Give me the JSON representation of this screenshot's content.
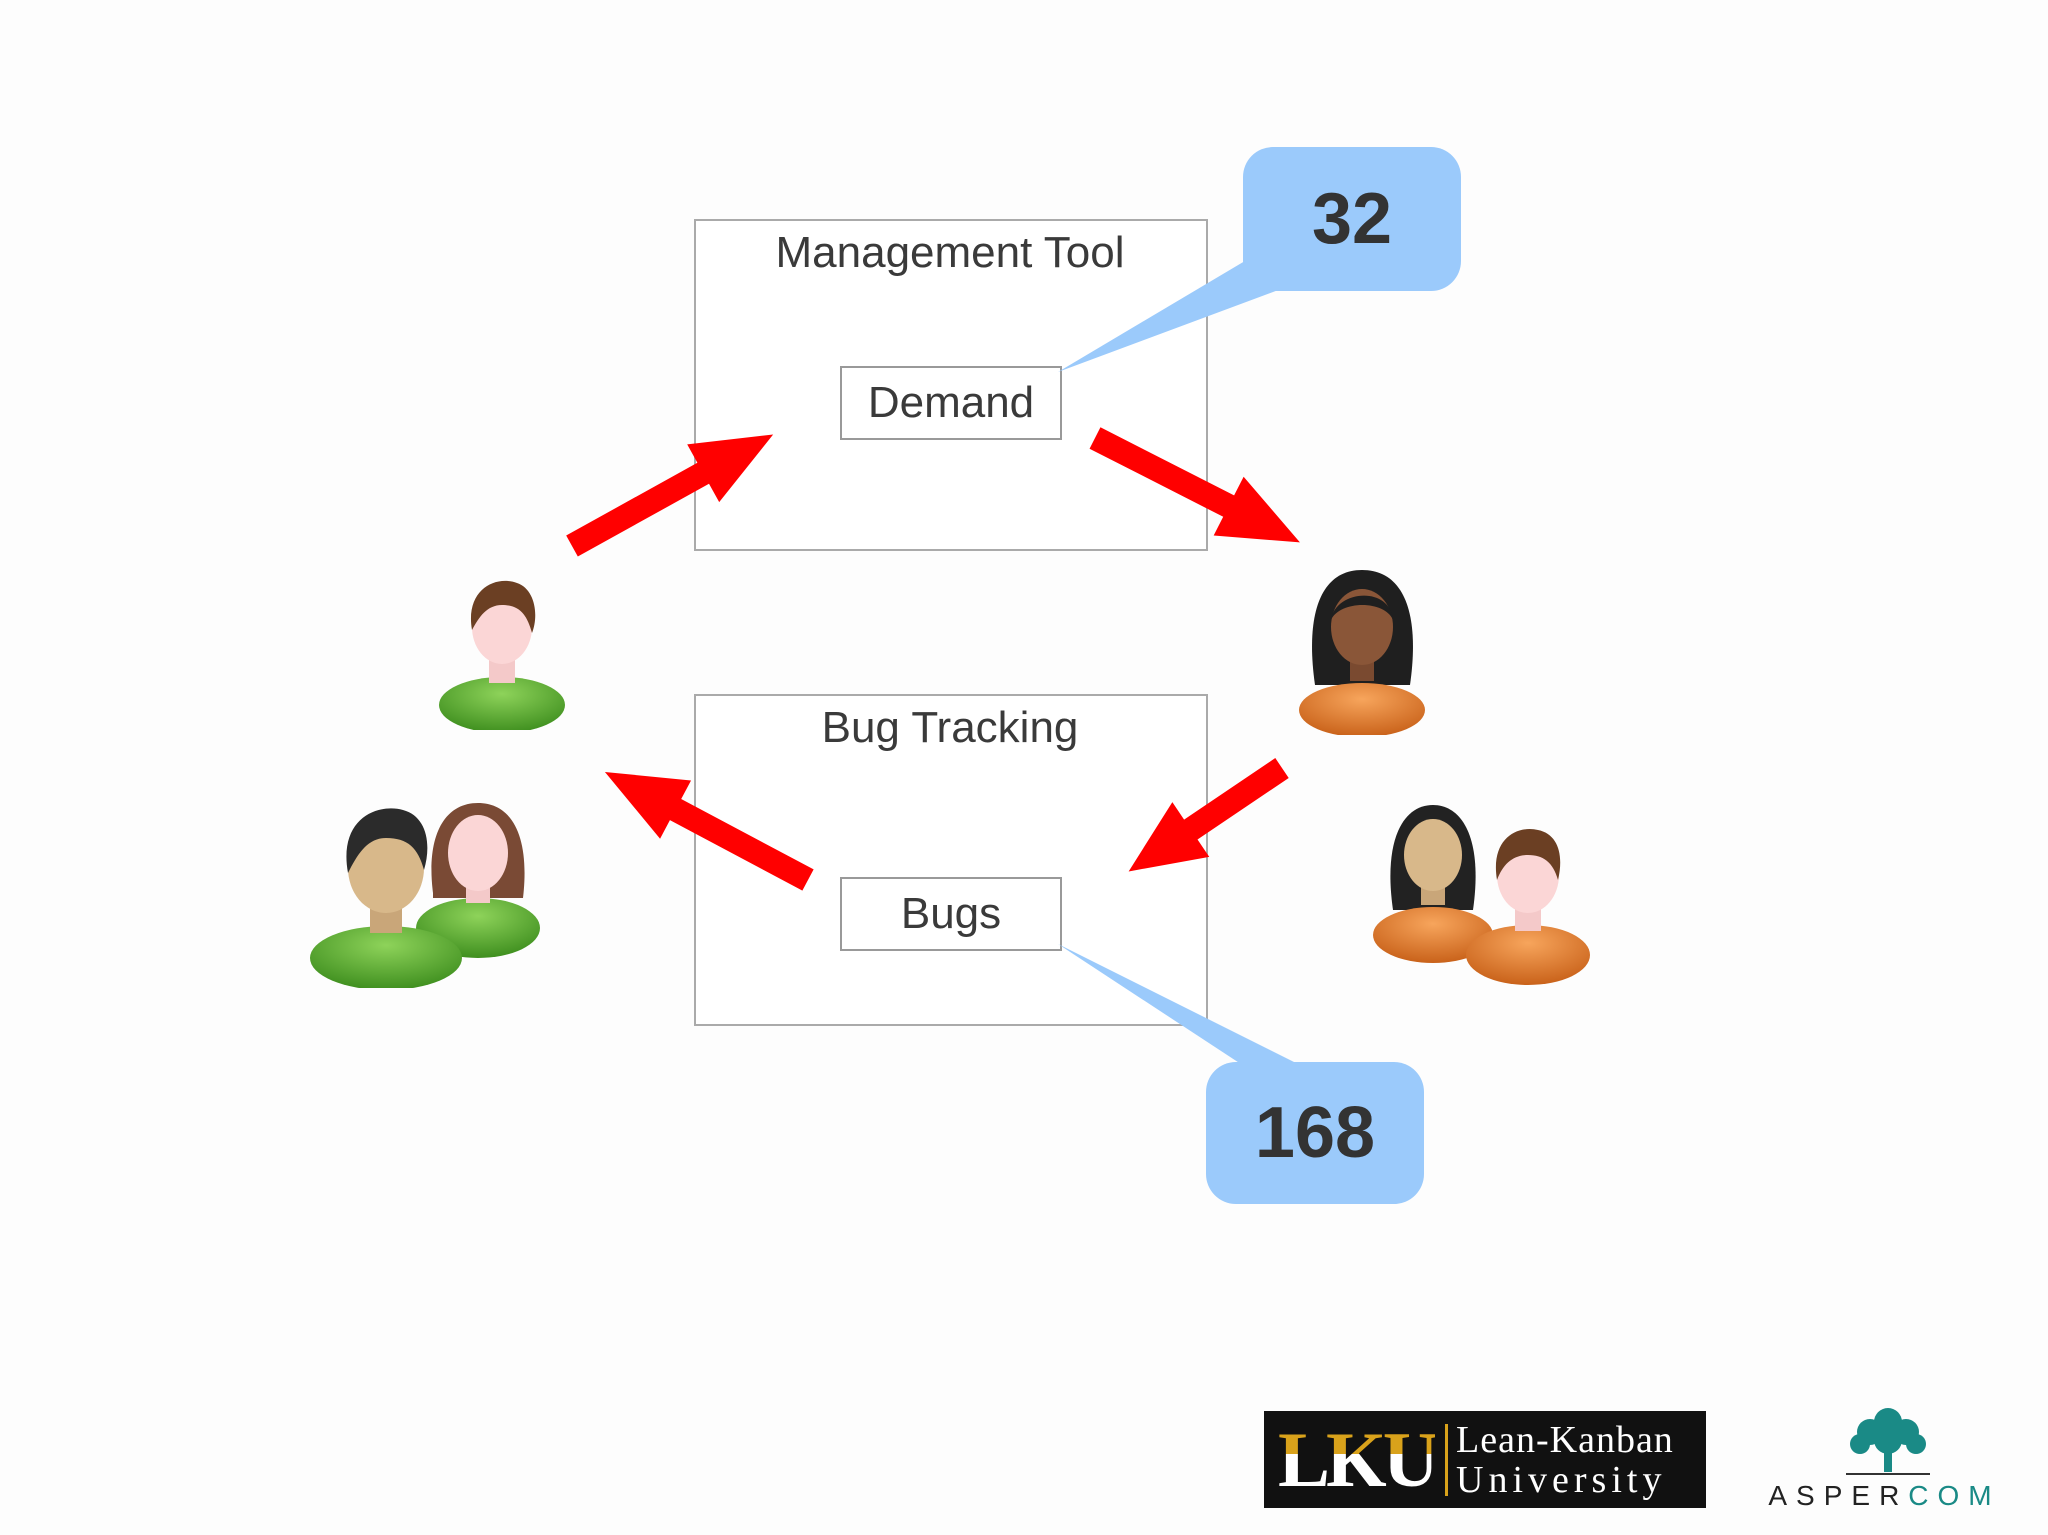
{
  "diagram": {
    "management_box": {
      "title": "Management Tool",
      "inner_label": "Demand"
    },
    "bug_box": {
      "title": "Bug Tracking",
      "inner_label": "Bugs"
    },
    "callouts": {
      "demand_count": "32",
      "bug_count": "168"
    },
    "colors": {
      "arrow": "#ff0000",
      "bubble": "#9bcafb",
      "green_team": "#5fb532",
      "orange_team": "#e8822f"
    }
  },
  "logos": {
    "lku": {
      "mark": "LKU",
      "line1": "Lean-Kanban",
      "line2": "University"
    },
    "aspercom": {
      "part1": "ASPER",
      "part2": "COM"
    }
  },
  "icons": [
    "person-green-icon",
    "group-green-icon",
    "person-orange-icon",
    "group-orange-icon",
    "tree-icon"
  ]
}
